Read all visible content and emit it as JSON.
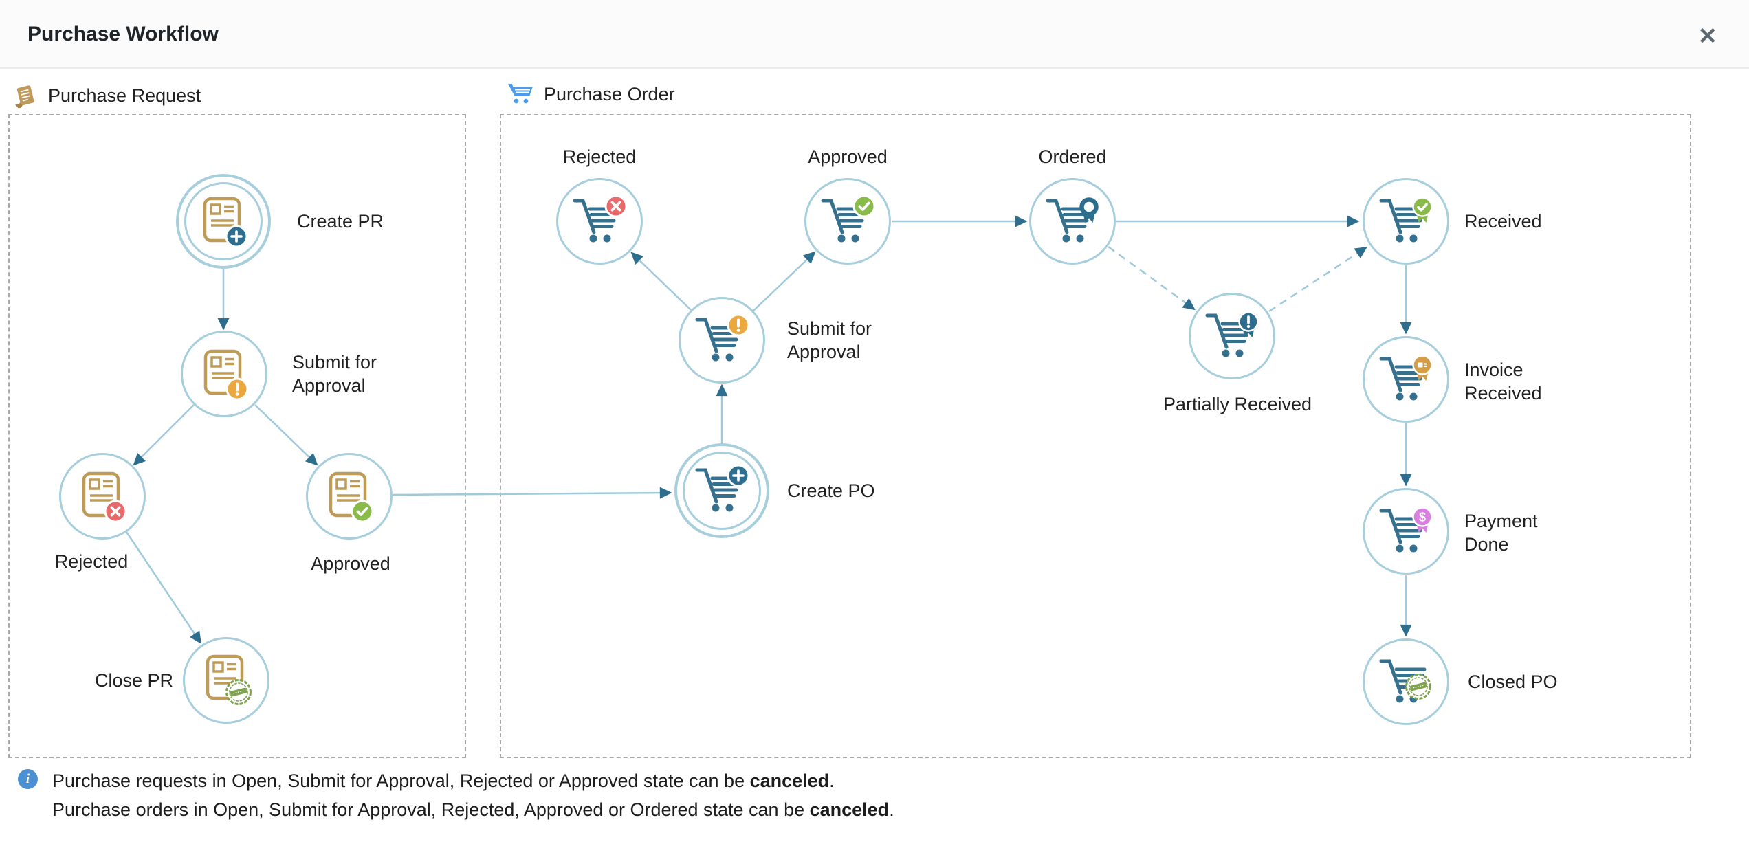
{
  "header": {
    "title": "Purchase Workflow",
    "close_label": "✕"
  },
  "sections": {
    "purchase_request": {
      "label": "Purchase Request",
      "icon": "receipt-icon"
    },
    "purchase_order": {
      "label": "Purchase Order",
      "icon": "cart-icon"
    }
  },
  "nodes": {
    "create_pr": {
      "label": "Create PR",
      "icon": "document-icon",
      "badge": "plus-badge",
      "type": "start"
    },
    "submit_for_approval_pr": {
      "label": "Submit for Approval",
      "icon": "document-icon",
      "badge": "exclamation-badge"
    },
    "rejected_pr": {
      "label": "Rejected",
      "icon": "document-icon",
      "badge": "cross-badge"
    },
    "approved_pr": {
      "label": "Approved",
      "icon": "document-icon",
      "badge": "check-badge"
    },
    "close_pr": {
      "label": "Close PR",
      "icon": "document-icon",
      "badge": "approved-stamp"
    },
    "rejected_po": {
      "label": "Rejected",
      "icon": "cart-icon",
      "badge": "cross-badge"
    },
    "approved_po": {
      "label": "Approved",
      "icon": "cart-icon",
      "badge": "check-badge"
    },
    "ordered": {
      "label": "Ordered",
      "icon": "cart-icon",
      "badge": "ribbon-outline-badge"
    },
    "received": {
      "label": "Received",
      "icon": "cart-icon",
      "badge": "ribbon-check-badge"
    },
    "submit_for_approval_po": {
      "label": "Submit for Approval",
      "icon": "cart-icon",
      "badge": "exclamation-badge"
    },
    "create_po": {
      "label": "Create PO",
      "icon": "cart-icon",
      "badge": "plus-badge",
      "type": "start"
    },
    "partially_received": {
      "label": "Partially Received",
      "icon": "cart-icon",
      "badge": "ribbon-exclamation-badge"
    },
    "invoice_received": {
      "label": "Invoice Received",
      "icon": "cart-icon",
      "badge": "ribbon-invoice-badge"
    },
    "payment_done": {
      "label": "Payment Done",
      "icon": "cart-icon",
      "badge": "ribbon-dollar-badge"
    },
    "closed_po": {
      "label": "Closed PO",
      "icon": "cart-icon",
      "badge": "approved-stamp"
    }
  },
  "edges": [
    {
      "from": "create_pr",
      "to": "submit_for_approval_pr",
      "style": "solid"
    },
    {
      "from": "submit_for_approval_pr",
      "to": "rejected_pr",
      "style": "solid"
    },
    {
      "from": "submit_for_approval_pr",
      "to": "approved_pr",
      "style": "solid"
    },
    {
      "from": "rejected_pr",
      "to": "close_pr",
      "style": "solid"
    },
    {
      "from": "approved_pr",
      "to": "create_po",
      "style": "solid"
    },
    {
      "from": "create_po",
      "to": "submit_for_approval_po",
      "style": "solid"
    },
    {
      "from": "submit_for_approval_po",
      "to": "rejected_po",
      "style": "solid"
    },
    {
      "from": "submit_for_approval_po",
      "to": "approved_po",
      "style": "solid"
    },
    {
      "from": "approved_po",
      "to": "ordered",
      "style": "solid"
    },
    {
      "from": "ordered",
      "to": "received",
      "style": "solid"
    },
    {
      "from": "ordered",
      "to": "partially_received",
      "style": "dashed"
    },
    {
      "from": "partially_received",
      "to": "received",
      "style": "dashed"
    },
    {
      "from": "received",
      "to": "invoice_received",
      "style": "solid"
    },
    {
      "from": "invoice_received",
      "to": "payment_done",
      "style": "solid"
    },
    {
      "from": "payment_done",
      "to": "closed_po",
      "style": "solid"
    }
  ],
  "footer": {
    "lines": [
      {
        "prefix": "Purchase requests in Open, Submit for Approval, Rejected or Approved state can be ",
        "bold": "canceled",
        "suffix": "."
      },
      {
        "prefix": "Purchase orders in Open, Submit for Approval, Rejected, Approved or Ordered state can be ",
        "bold": "canceled",
        "suffix": "."
      }
    ]
  },
  "colors": {
    "edge_line": "#9fc9dd",
    "arrowhead": "#2d6e8e",
    "node_border": "#a7cedd",
    "cart_icon": "#35718f",
    "document_icon": "#bf9b58",
    "badge_red": "#e96a6a",
    "badge_green": "#88bb4a",
    "badge_orange": "#eaa83e",
    "badge_teal": "#2d6e8e",
    "badge_violet": "#d97fe0",
    "badge_tan": "#d49d48",
    "stamp_green": "#7fa24c",
    "info_blue": "#4a90d2",
    "po_header_cart_blue": "#4a9ce8"
  }
}
